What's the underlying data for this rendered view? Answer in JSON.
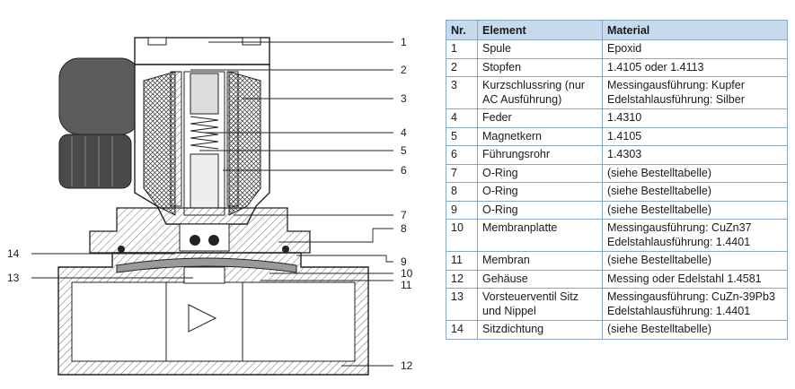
{
  "callouts": [
    "1",
    "2",
    "3",
    "4",
    "5",
    "6",
    "7",
    "8",
    "9",
    "10",
    "11",
    "12",
    "13",
    "14"
  ],
  "table": {
    "headers": [
      "Nr.",
      "Element",
      "Material"
    ],
    "rows": [
      {
        "nr": "1",
        "element": "Spule",
        "material": "Epoxid"
      },
      {
        "nr": "2",
        "element": "Stopfen",
        "material": "1.4105 oder 1.4113"
      },
      {
        "nr": "3",
        "element": "Kurzschlussring (nur AC Ausführung)",
        "material": "Messingausführung: Kupfer Edelstahlausführung: Silber"
      },
      {
        "nr": "4",
        "element": "Feder",
        "material": "1.4310"
      },
      {
        "nr": "5",
        "element": "Magnetkern",
        "material": "1.4105"
      },
      {
        "nr": "6",
        "element": "Führungsrohr",
        "material": "1.4303"
      },
      {
        "nr": "7",
        "element": "O-Ring",
        "material": "(siehe Bestelltabelle)"
      },
      {
        "nr": "8",
        "element": "O-Ring",
        "material": "(siehe Bestelltabelle)"
      },
      {
        "nr": "9",
        "element": "O-Ring",
        "material": "(siehe Bestelltabelle)"
      },
      {
        "nr": "10",
        "element": "Membranplatte",
        "material": "Messingausführung: CuZn37 Edelstahlausführung: 1.4401"
      },
      {
        "nr": "11",
        "element": "Membran",
        "material": "(siehe Bestelltabelle)"
      },
      {
        "nr": "12",
        "element": "Gehäuse",
        "material": "Messing oder Edelstahl 1.4581"
      },
      {
        "nr": "13",
        "element": "Vorsteuerventil Sitz und Nippel",
        "material": "Messingausführung: CuZn-39Pb3 Edelstahlausführung: 1.4401"
      },
      {
        "nr": "14",
        "element": "Sitzdichtung",
        "material": "(siehe Bestelltabelle)"
      }
    ]
  }
}
